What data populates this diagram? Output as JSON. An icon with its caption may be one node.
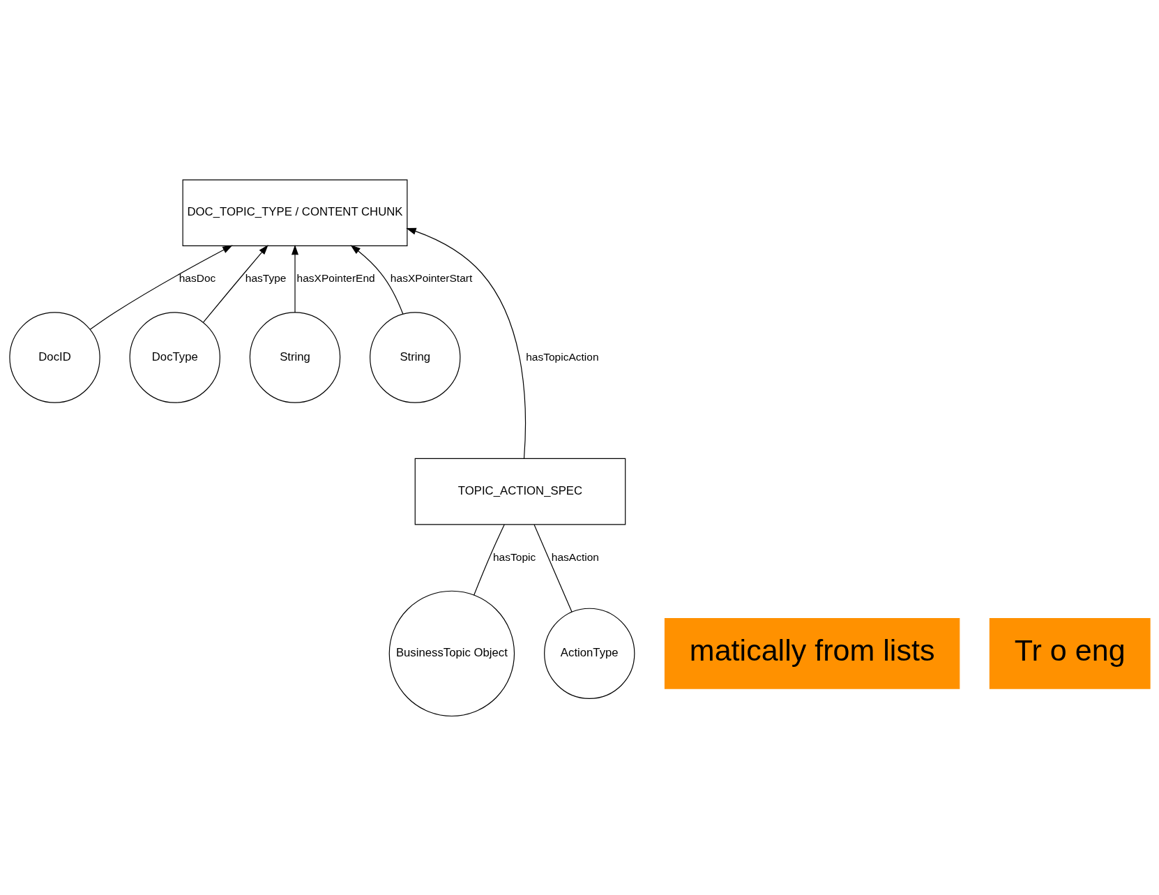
{
  "diagram": {
    "nodes": [
      {
        "text": [
          "DOC_TOPIC_TYPE / CONTENT CHUNK"
        ]
      },
      {
        "text": [
          "DocID"
        ]
      },
      {
        "text": [
          "DocType"
        ]
      },
      {
        "text": [
          "String"
        ]
      },
      {
        "text": [
          "String"
        ]
      },
      {
        "text": [
          "TOPIC_ACTION_SPEC"
        ]
      },
      {
        "text": [
          "matically from lists"
        ]
      },
      {
        "text": [
          "BusinessTopic Object"
        ]
      },
      {
        "text": [
          "ActionType"
        ]
      },
      {
        "text": [
          "Tr o eng"
        ]
      }
    ],
    "edges": [
      {
        "from": 1,
        "to": 0,
        "arrow": "to",
        "label": "hasDoc"
      },
      {
        "from": 2,
        "to": 0,
        "arrow": "to",
        "label": "hasType"
      },
      {
        "from": 3,
        "to": 0,
        "arrow": "to",
        "label": "hasXPointerEnd"
      },
      {
        "from": 4,
        "to": 0,
        "arrow": "to",
        "label": "hasXPointerStart"
      },
      {
        "from": 5,
        "to": 0,
        "arrow": "to",
        "label": "hasTopicAction"
      },
      {
        "from": 5,
        "to": 7,
        "arrow": "none",
        "label": "hasTopic"
      },
      {
        "from": 5,
        "to": 8,
        "arrow": "none",
        "label": "hasAction"
      }
    ]
  }
}
